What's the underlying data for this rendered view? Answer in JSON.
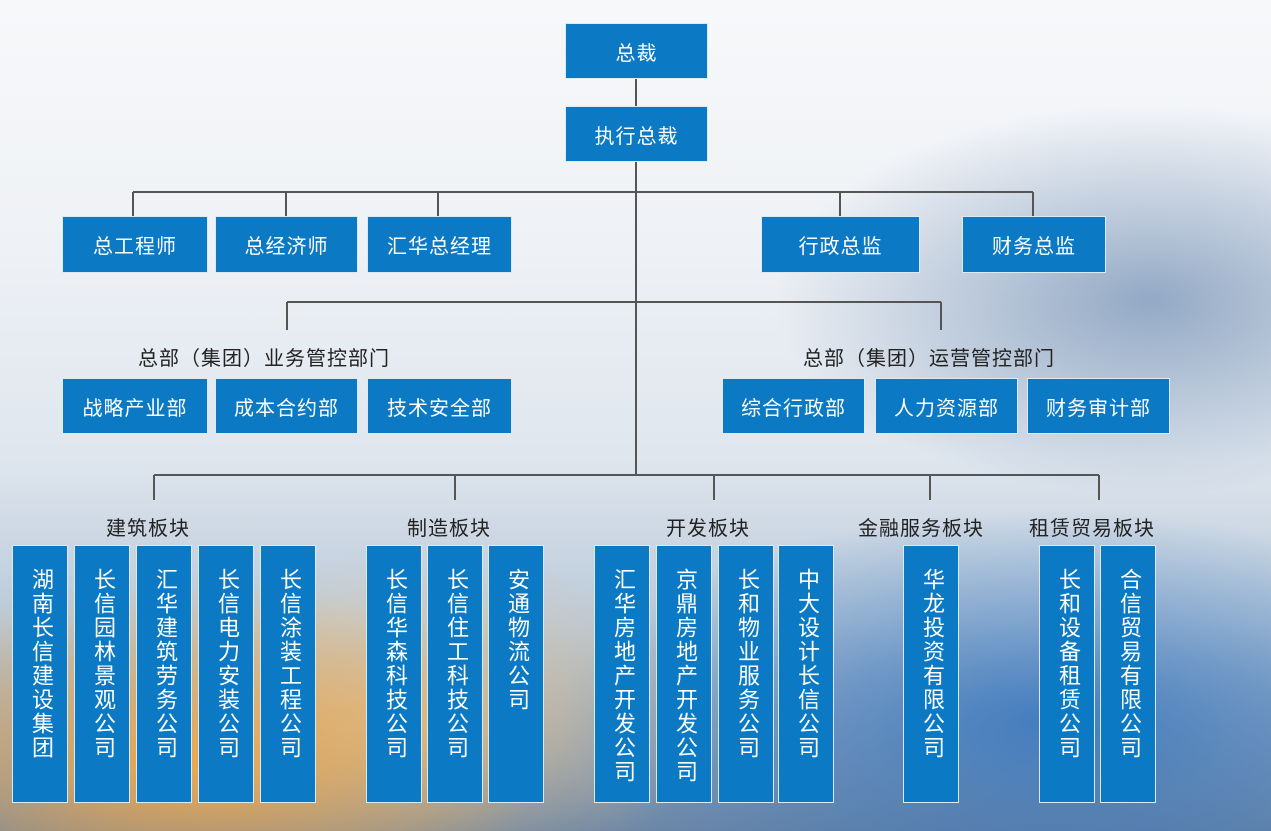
{
  "top": {
    "ceo": "总裁",
    "exec_ceo": "执行总裁"
  },
  "executives": {
    "chief_engineer": "总工程师",
    "chief_economist": "总经济师",
    "huihua_gm": "汇华总经理",
    "admin_director": "行政总监",
    "finance_director": "财务总监"
  },
  "business_dept": {
    "title": "总部（集团）业务管控部门",
    "items": [
      "战略产业部",
      "成本合约部",
      "技术安全部"
    ]
  },
  "operations_dept": {
    "title": "总部（集团）运营管控部门",
    "items": [
      "综合行政部",
      "人力资源部",
      "财务审计部"
    ]
  },
  "segments": {
    "construction": {
      "title": "建筑板块",
      "companies": [
        "湖南长信建设集团",
        "长信园林景观公司",
        "汇华建筑劳务公司",
        "长信电力安装公司",
        "长信涂装工程公司"
      ]
    },
    "manufacturing": {
      "title": "制造板块",
      "companies": [
        "长信华森科技公司",
        "长信住工科技公司",
        "安通物流公司"
      ]
    },
    "development": {
      "title": "开发板块",
      "companies": [
        "汇华房地产开发公司",
        "京鼎房地产开发公司",
        "长和物业服务公司",
        "中大设计长信公司"
      ]
    },
    "finance": {
      "title": "金融服务板块",
      "companies": [
        "华龙投资有限公司"
      ]
    },
    "leasing": {
      "title": "租赁贸易板块",
      "companies": [
        "长和设备租赁公司",
        "合信贸易有限公司"
      ]
    }
  },
  "colors": {
    "box": "#0b79c4",
    "line": "#555555",
    "text": "#222222"
  }
}
